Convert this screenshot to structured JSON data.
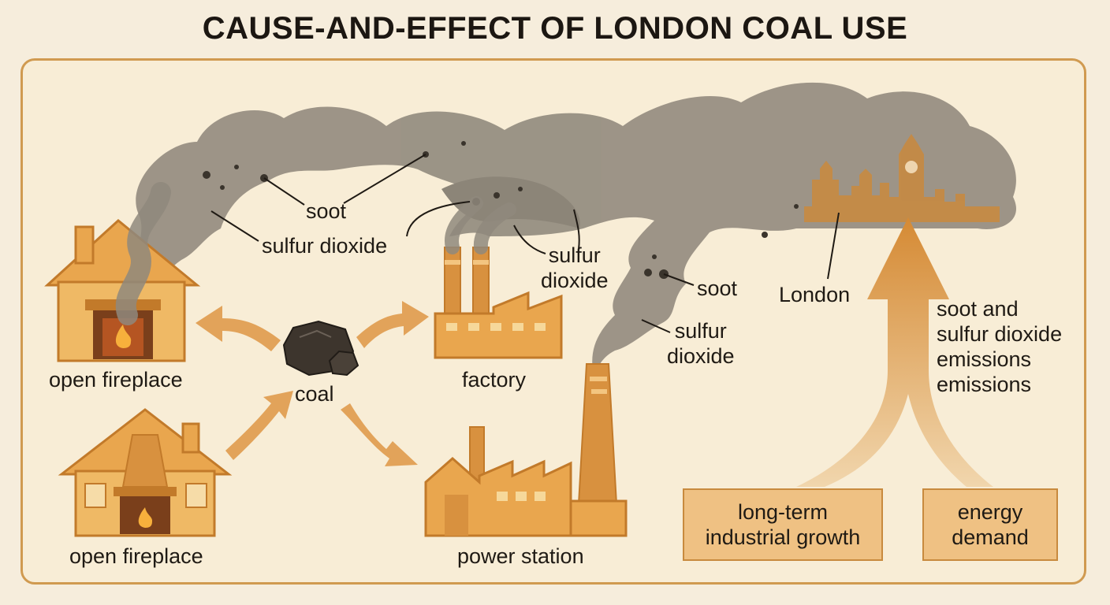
{
  "title": "CAUSE-AND-EFFECT OF LONDON COAL USE",
  "labels": {
    "fireplace_top": "open fireplace",
    "fireplace_bottom": "open fireplace",
    "coal": "coal",
    "factory": "factory",
    "power_station": "power station",
    "london": "London",
    "soot_left": "soot",
    "so2_left": "sulfur dioxide",
    "so2_factory": "sulfur\ndioxide",
    "soot_right": "soot",
    "so2_power": "sulfur\ndioxide",
    "emissions": "soot and\nsulfur dioxide\nemissions\nemissions"
  },
  "boxes": {
    "growth": "long-term\nindustrial growth",
    "demand": "energy\ndemand"
  },
  "colors": {
    "background": "#f6eddc",
    "frame": "#d09a50",
    "building": "#e9a64e",
    "building_dark": "#c27a2a",
    "smoke": "#8f887c",
    "arrow": "#d8913f",
    "box_fill": "#efc183"
  }
}
